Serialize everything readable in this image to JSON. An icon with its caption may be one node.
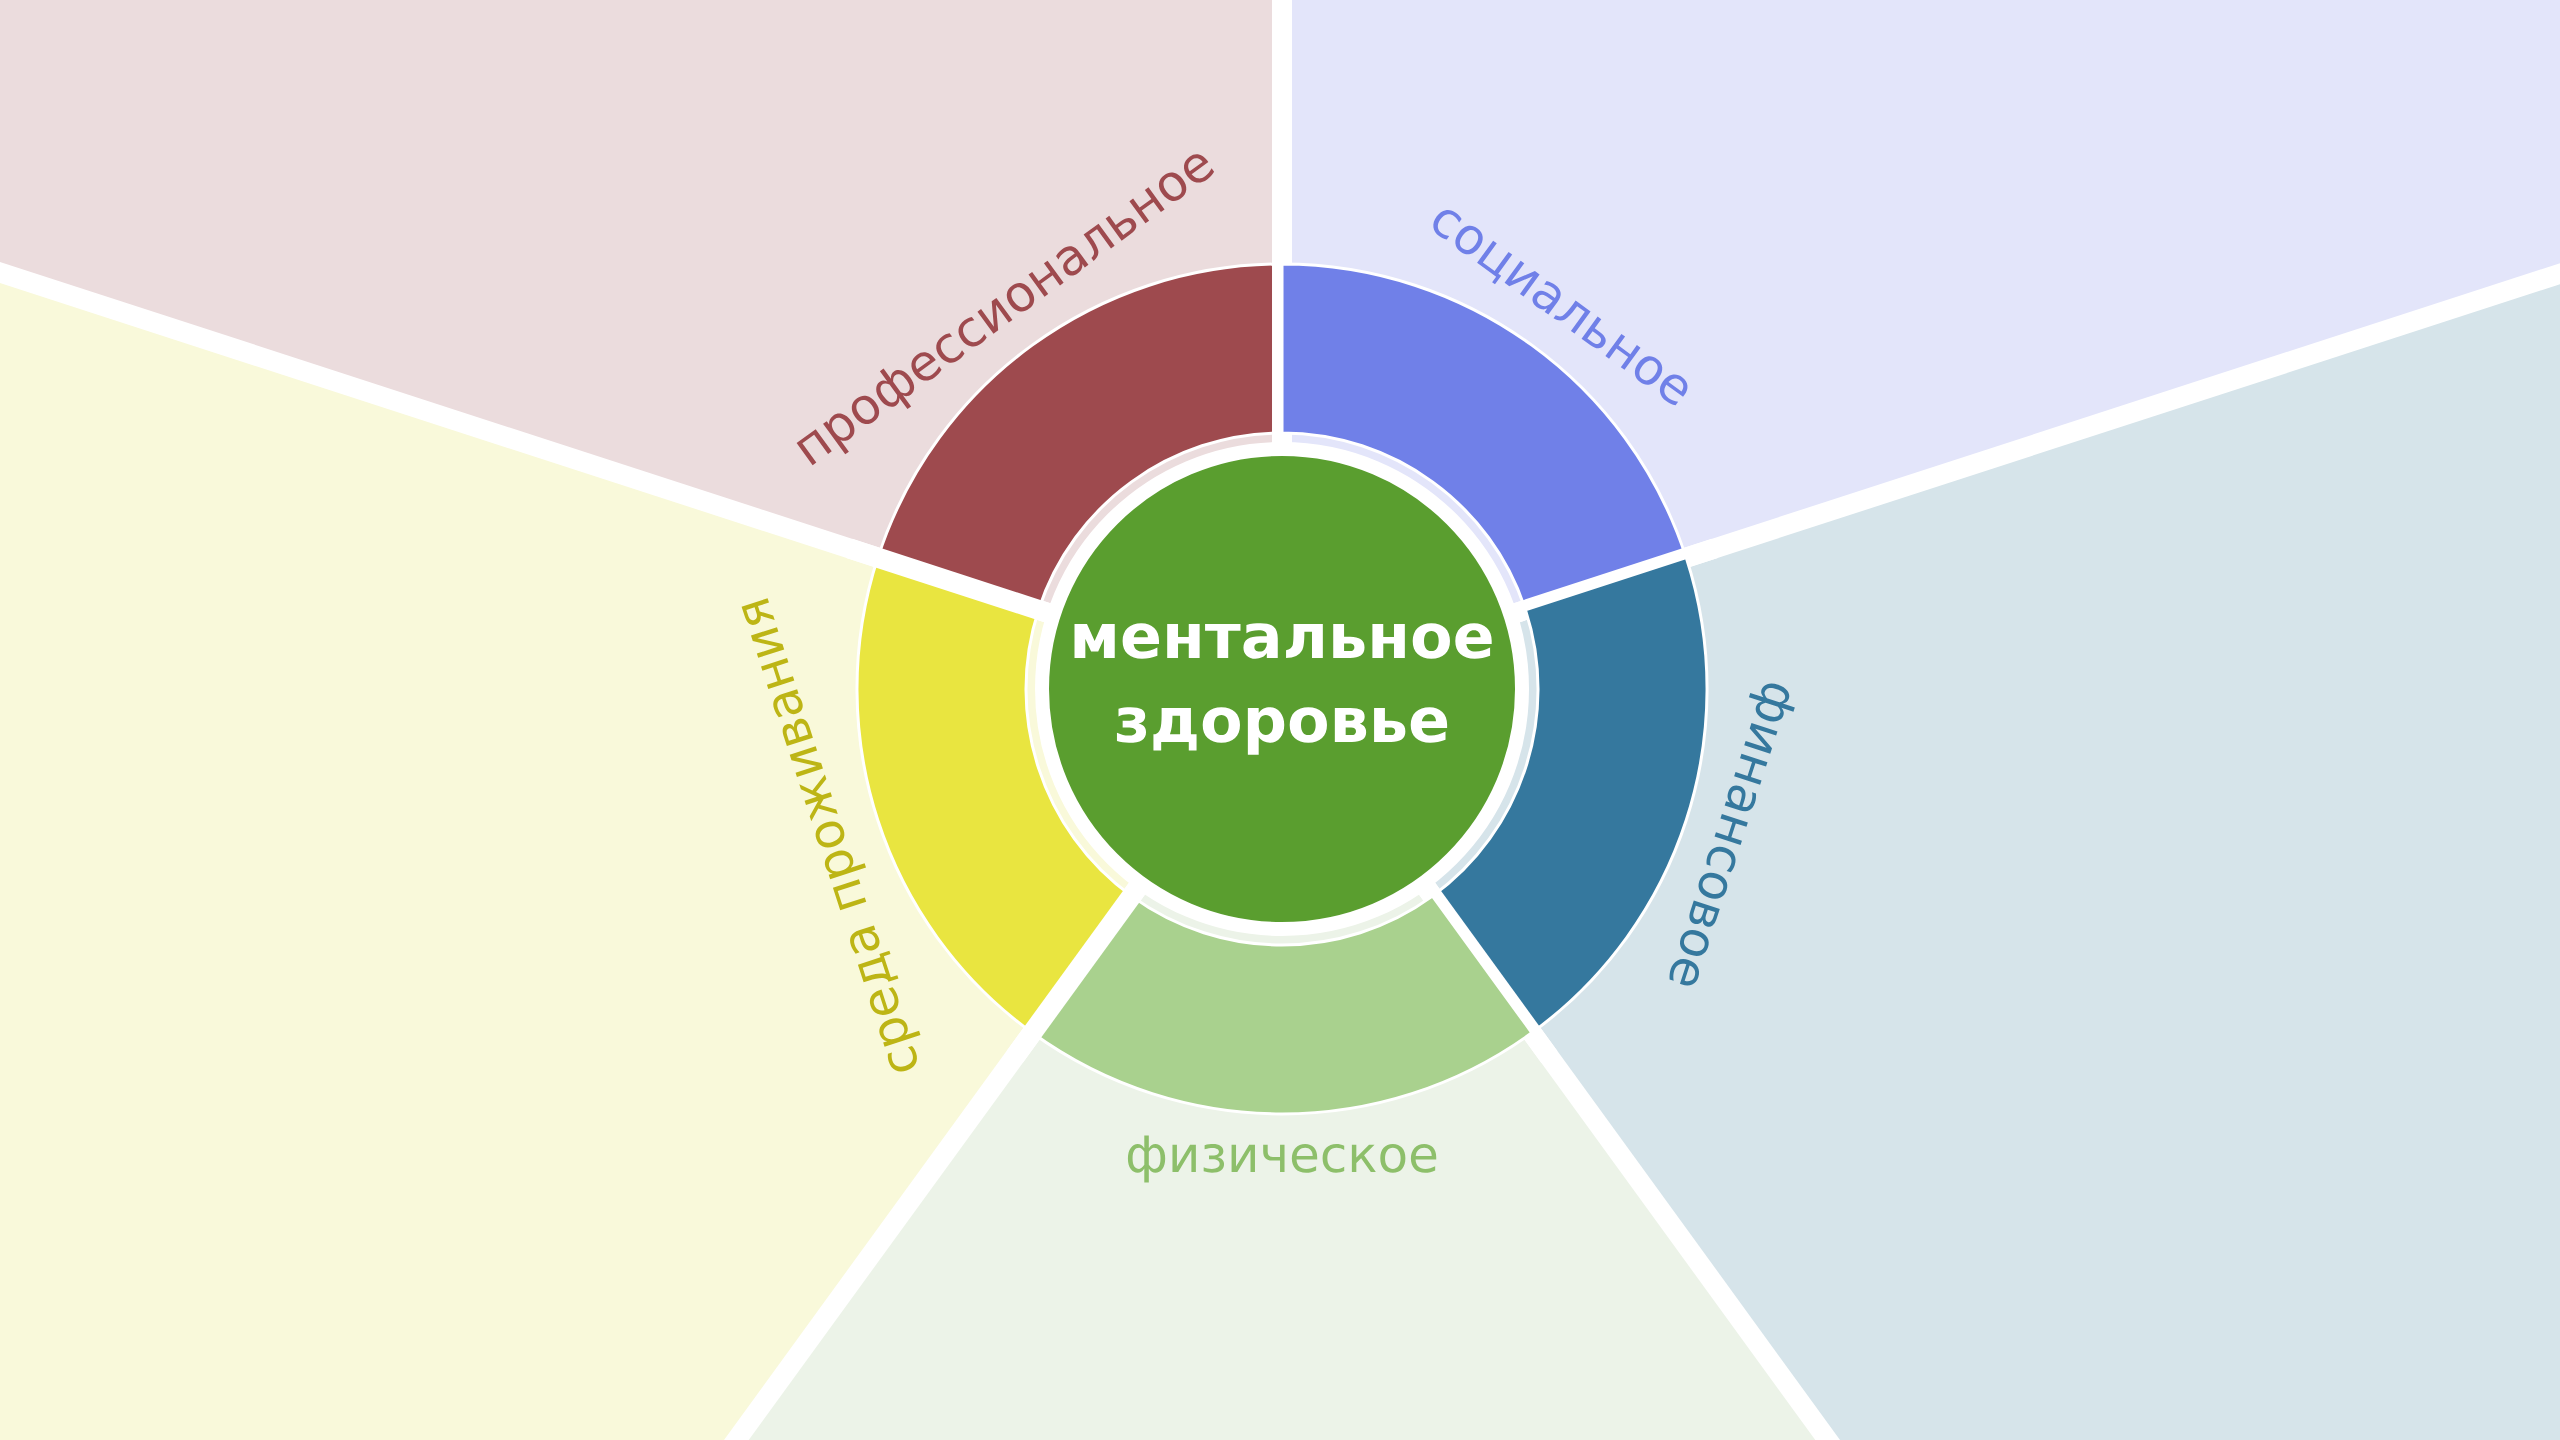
{
  "diagram": {
    "nodes": [
      {
        "text": [
          "ментальное здоровье"
        ]
      },
      {
        "text": [
          "профессиональное"
        ]
      },
      {
        "text": [
          "социальное"
        ]
      },
      {
        "text": [
          "среда проживания"
        ]
      },
      {
        "text": [
          "финансовое"
        ]
      },
      {
        "text": [
          "физическое"
        ]
      }
    ]
  }
}
